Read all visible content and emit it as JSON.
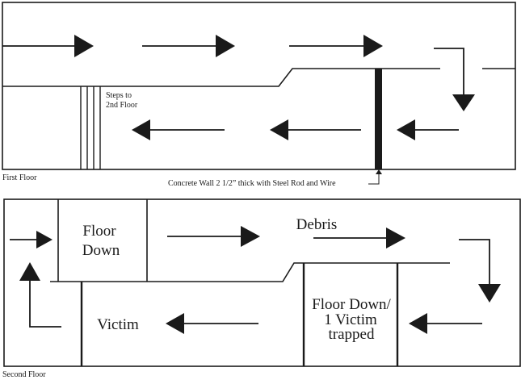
{
  "first_floor": {
    "caption": "First Floor",
    "steps_label_line1": "Steps to",
    "steps_label_line2": "2nd Floor",
    "wall_note": "Concrete Wall 2 1/2” thick with Steel Rod and Wire"
  },
  "second_floor": {
    "caption": "Second Floor",
    "floor_down_line1": "Floor",
    "floor_down_line2": "Down",
    "debris": "Debris",
    "victim": "Victim",
    "trapped_line1": "Floor Down/",
    "trapped_line2": "1 Victim",
    "trapped_line3": "trapped"
  },
  "colors": {
    "ink": "#1a1a1a",
    "background": "#ffffff"
  }
}
